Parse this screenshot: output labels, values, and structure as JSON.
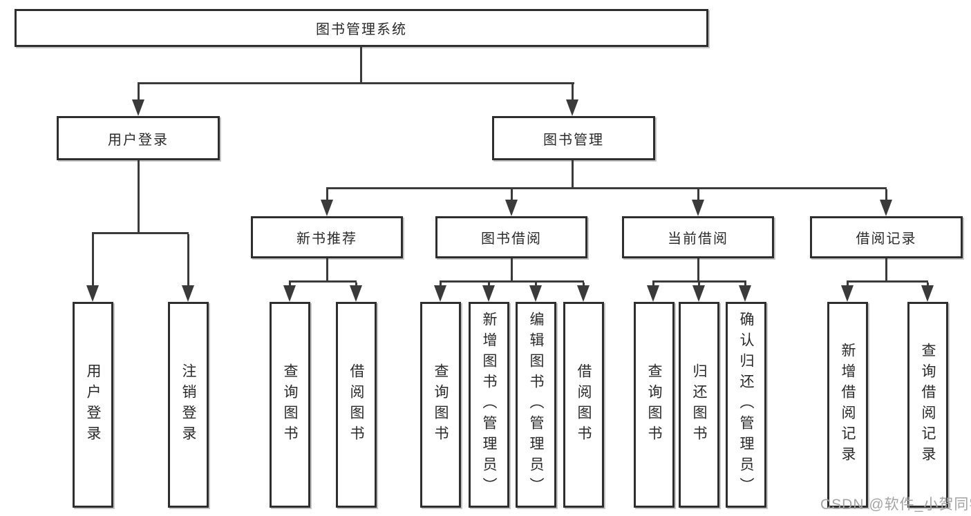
{
  "root": "图书管理系统",
  "level2": [
    "用户登录",
    "图书管理"
  ],
  "level3": [
    "新书推荐",
    "图书借阅",
    "当前借阅",
    "借阅记录"
  ],
  "leaves": {
    "user_login": [
      "用户登录",
      "注销登录"
    ],
    "new_book": [
      "查询图书",
      "借阅图书"
    ],
    "borrow": [
      "查询图书",
      "新增图书（管理员）",
      "编辑图书（管理员）",
      "借阅图书"
    ],
    "current": [
      "查询图书",
      "归还图书",
      "确认归还（管理员）"
    ],
    "record": [
      "新增借阅记录",
      "查询借阅记录"
    ]
  },
  "watermark": "CSDN @软件_小贺同学",
  "colors": {
    "line": "#3a3a3a",
    "box_border": "#2e2e2e",
    "text": "#2a2a2a",
    "watermark": "#a3a3a3",
    "background": "#ffffff"
  }
}
